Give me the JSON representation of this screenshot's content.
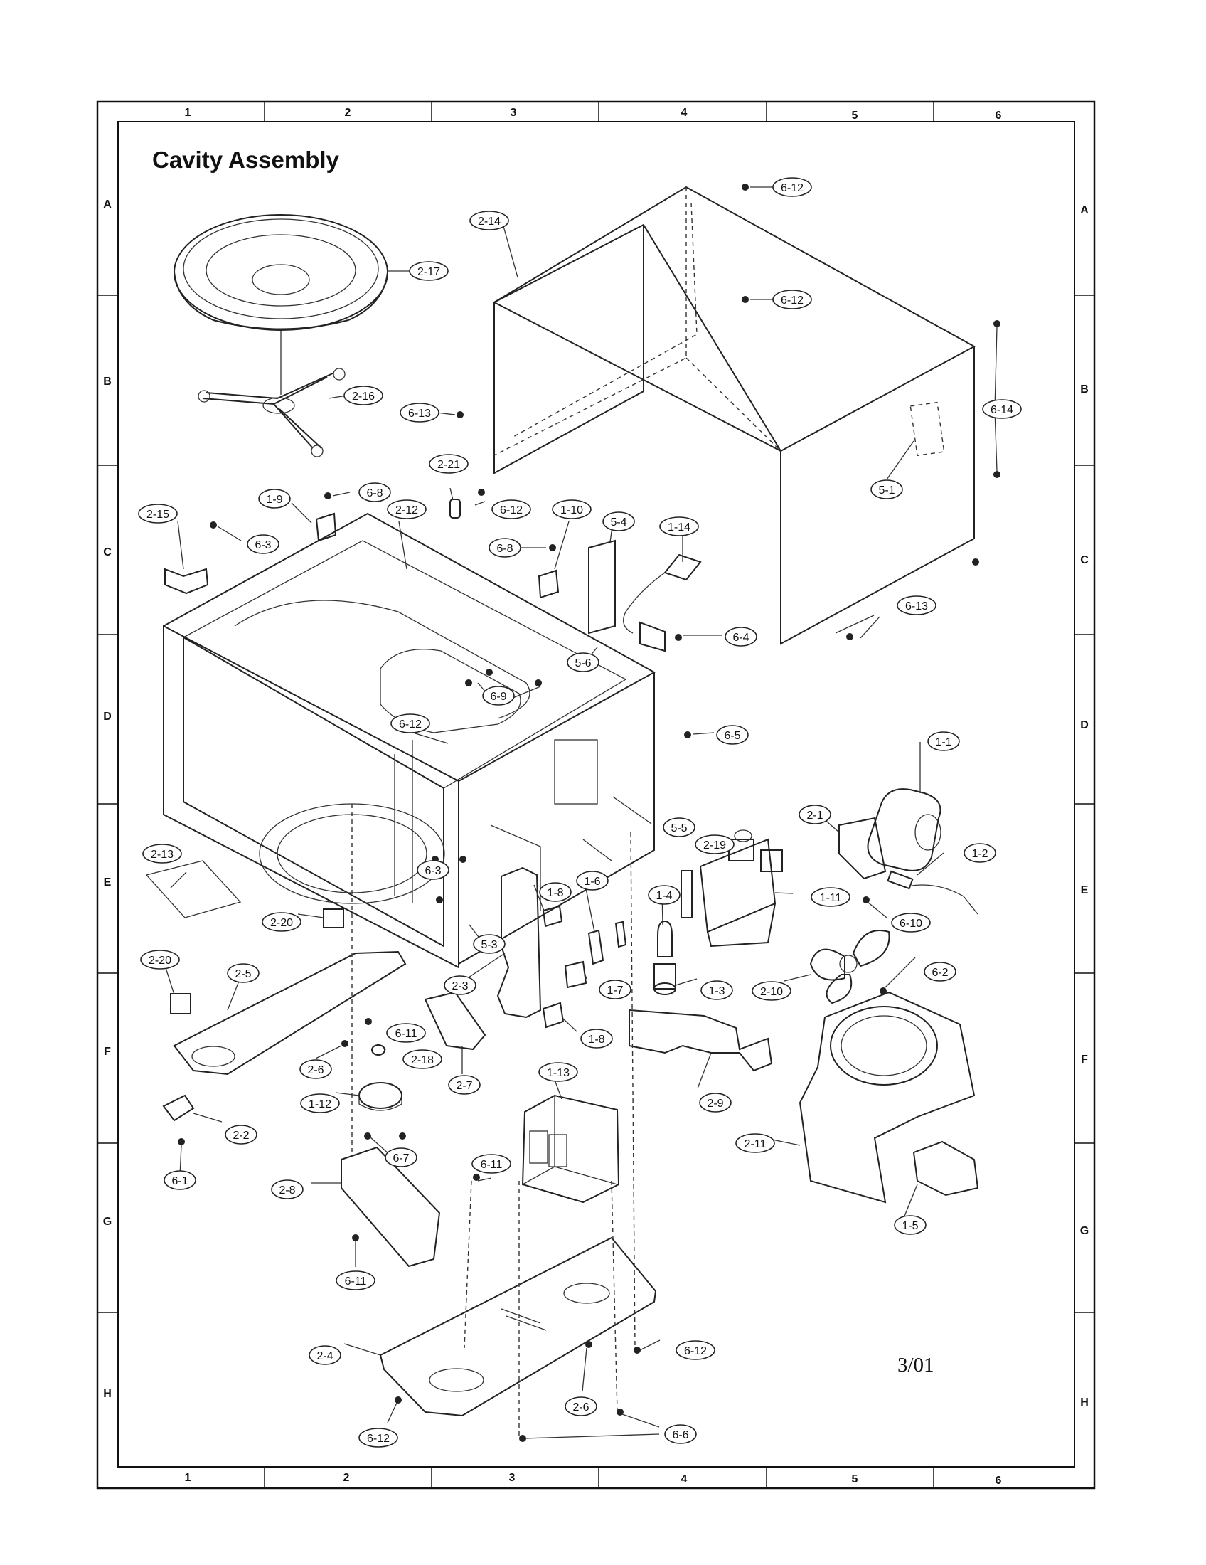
{
  "title": "Cavity Assembly",
  "revision": "3/01",
  "grid": {
    "columns": [
      "1",
      "2",
      "3",
      "4",
      "5",
      "6"
    ],
    "rows": [
      "A",
      "B",
      "C",
      "D",
      "E",
      "F",
      "G",
      "H"
    ]
  },
  "callouts": [
    {
      "id": "c-6-12-a",
      "text": "6-12"
    },
    {
      "id": "c-2-14",
      "text": "2-14"
    },
    {
      "id": "c-2-17",
      "text": "2-17"
    },
    {
      "id": "c-6-12-b",
      "text": "6-12"
    },
    {
      "id": "c-2-16",
      "text": "2-16"
    },
    {
      "id": "c-6-13-a",
      "text": "6-13"
    },
    {
      "id": "c-6-14",
      "text": "6-14"
    },
    {
      "id": "c-5-1",
      "text": "5-1"
    },
    {
      "id": "c-2-21",
      "text": "2-21"
    },
    {
      "id": "c-1-9",
      "text": "1-9"
    },
    {
      "id": "c-6-8-a",
      "text": "6-8"
    },
    {
      "id": "c-6-12-c",
      "text": "6-12"
    },
    {
      "id": "c-2-15",
      "text": "2-15"
    },
    {
      "id": "c-2-12",
      "text": "2-12"
    },
    {
      "id": "c-1-10",
      "text": "1-10"
    },
    {
      "id": "c-5-4",
      "text": "5-4"
    },
    {
      "id": "c-1-14",
      "text": "1-14"
    },
    {
      "id": "c-6-3-a",
      "text": "6-3"
    },
    {
      "id": "c-6-8-b",
      "text": "6-8"
    },
    {
      "id": "c-6-13-b",
      "text": "6-13"
    },
    {
      "id": "c-6-4",
      "text": "6-4"
    },
    {
      "id": "c-5-6",
      "text": "5-6"
    },
    {
      "id": "c-6-9",
      "text": "6-9"
    },
    {
      "id": "c-6-12-d",
      "text": "6-12"
    },
    {
      "id": "c-6-5",
      "text": "6-5"
    },
    {
      "id": "c-1-1",
      "text": "1-1"
    },
    {
      "id": "c-5-5",
      "text": "5-5"
    },
    {
      "id": "c-2-1",
      "text": "2-1"
    },
    {
      "id": "c-2-19",
      "text": "2-19"
    },
    {
      "id": "c-2-13",
      "text": "2-13"
    },
    {
      "id": "c-6-3-b",
      "text": "6-3"
    },
    {
      "id": "c-1-6",
      "text": "1-6"
    },
    {
      "id": "c-1-2",
      "text": "1-2"
    },
    {
      "id": "c-1-8-a",
      "text": "1-8"
    },
    {
      "id": "c-1-4",
      "text": "1-4"
    },
    {
      "id": "c-1-11",
      "text": "1-11"
    },
    {
      "id": "c-6-10",
      "text": "6-10"
    },
    {
      "id": "c-2-20-a",
      "text": "2-20"
    },
    {
      "id": "c-5-3",
      "text": "5-3"
    },
    {
      "id": "c-2-20-b",
      "text": "2-20"
    },
    {
      "id": "c-2-5",
      "text": "2-5"
    },
    {
      "id": "c-2-3",
      "text": "2-3"
    },
    {
      "id": "c-1-7",
      "text": "1-7"
    },
    {
      "id": "c-1-3",
      "text": "1-3"
    },
    {
      "id": "c-2-10",
      "text": "2-10"
    },
    {
      "id": "c-6-2",
      "text": "6-2"
    },
    {
      "id": "c-6-11-a",
      "text": "6-11"
    },
    {
      "id": "c-1-8-b",
      "text": "1-8"
    },
    {
      "id": "c-2-6-a",
      "text": "2-6"
    },
    {
      "id": "c-2-18",
      "text": "2-18"
    },
    {
      "id": "c-2-7",
      "text": "2-7"
    },
    {
      "id": "c-2-9",
      "text": "2-9"
    },
    {
      "id": "c-1-13",
      "text": "1-13"
    },
    {
      "id": "c-1-12",
      "text": "1-12"
    },
    {
      "id": "c-2-2",
      "text": "2-2"
    },
    {
      "id": "c-2-11",
      "text": "2-11"
    },
    {
      "id": "c-6-7",
      "text": "6-7"
    },
    {
      "id": "c-6-1",
      "text": "6-1"
    },
    {
      "id": "c-6-11-b",
      "text": "6-11"
    },
    {
      "id": "c-2-8",
      "text": "2-8"
    },
    {
      "id": "c-1-5",
      "text": "1-5"
    },
    {
      "id": "c-6-11-c",
      "text": "6-11"
    },
    {
      "id": "c-6-12-e",
      "text": "6-12"
    },
    {
      "id": "c-2-4",
      "text": "2-4"
    },
    {
      "id": "c-2-6-b",
      "text": "2-6"
    },
    {
      "id": "c-6-12-f",
      "text": "6-12"
    },
    {
      "id": "c-6-6",
      "text": "6-6"
    }
  ]
}
